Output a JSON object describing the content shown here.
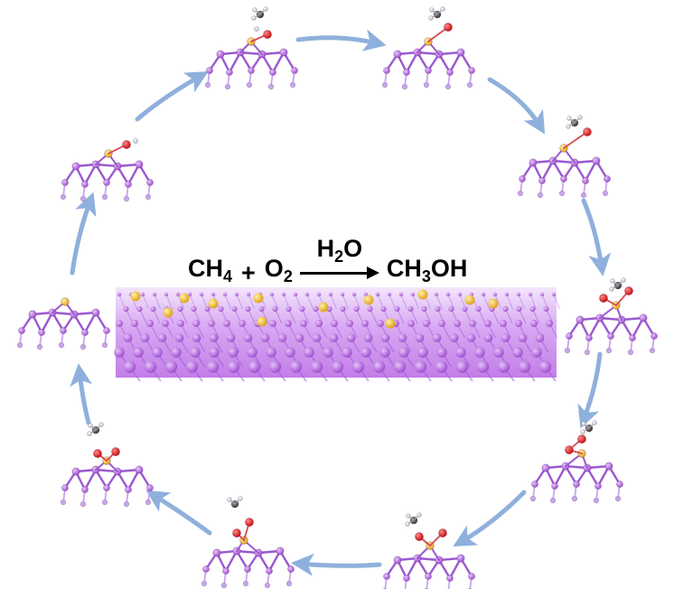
{
  "equation": {
    "reactant_1": "CH",
    "reactant_1_sub": "4",
    "plus": "+",
    "reactant_2": "O",
    "reactant_2_sub": "2",
    "over_arrow": "H",
    "over_arrow_sub": "2",
    "over_arrow_tail": "O",
    "product": "CH",
    "product_sub": "3",
    "product_tail": "OH"
  },
  "colors": {
    "cycle_arrow": "#8fb0dc",
    "framework_atom": "#b15fd9",
    "framework_bond": "#9b59d0",
    "framework_light": "#c7a6ea",
    "sulfur": "#f2c12e",
    "oxygen": "#e01b1b",
    "carbon": "#555555",
    "hydrogen": "#e8e8e8",
    "slab_bg": "#c890ee"
  },
  "cycle": {
    "direction": "clockwise",
    "step_count_label": ""
  }
}
